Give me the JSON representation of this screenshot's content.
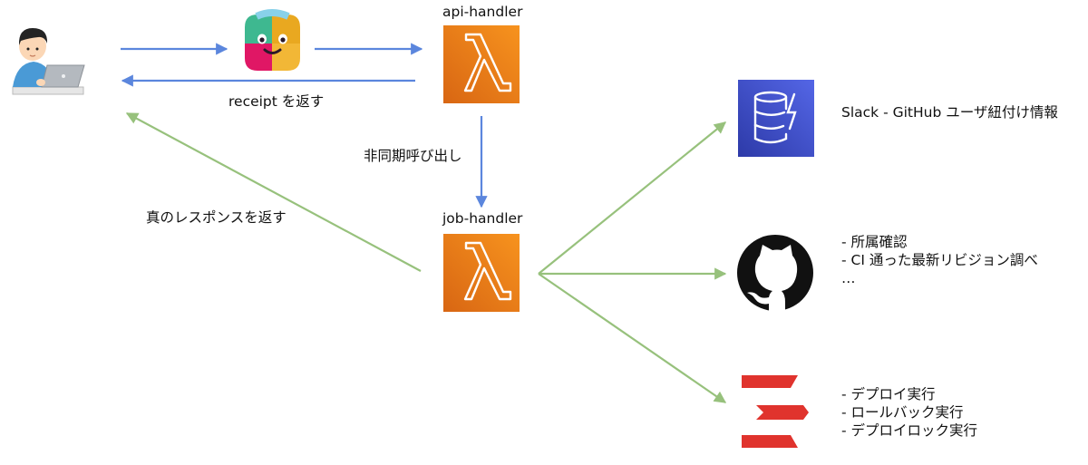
{
  "colors": {
    "request_arrow": "#5b86dd",
    "response_arrow": "#97c17c",
    "lambda_top": "#f7931e",
    "lambda_bottom": "#d86613",
    "dynamodb_top": "#4b5ee0",
    "dynamodb_bottom": "#2d3aa8",
    "github": "#111111",
    "deploy_red": "#e0332d"
  },
  "icons": {
    "user": "user-at-laptop-icon",
    "slack": "slack-icon",
    "api_lambda": "aws-lambda-icon",
    "job_lambda": "aws-lambda-icon",
    "dynamodb": "aws-dynamodb-icon",
    "github": "github-octocat-icon",
    "deploy": "deploy-tool-icon"
  },
  "nodes": {
    "api_handler": {
      "label": "api-handler"
    },
    "job_handler": {
      "label": "job-handler"
    }
  },
  "edges": {
    "receipt_return": "receipt を返す",
    "async_invoke": "非同期呼び出し",
    "true_response": "真のレスポンスを返す"
  },
  "targets": {
    "dynamodb": "Slack - GitHub ユーザ紐付け情報",
    "github": "- 所属確認\n- CI 通った最新リビジョン調べ\n…",
    "deploy": "- デプロイ実行\n- ロールバック実行\n- デプロイロック実行"
  }
}
